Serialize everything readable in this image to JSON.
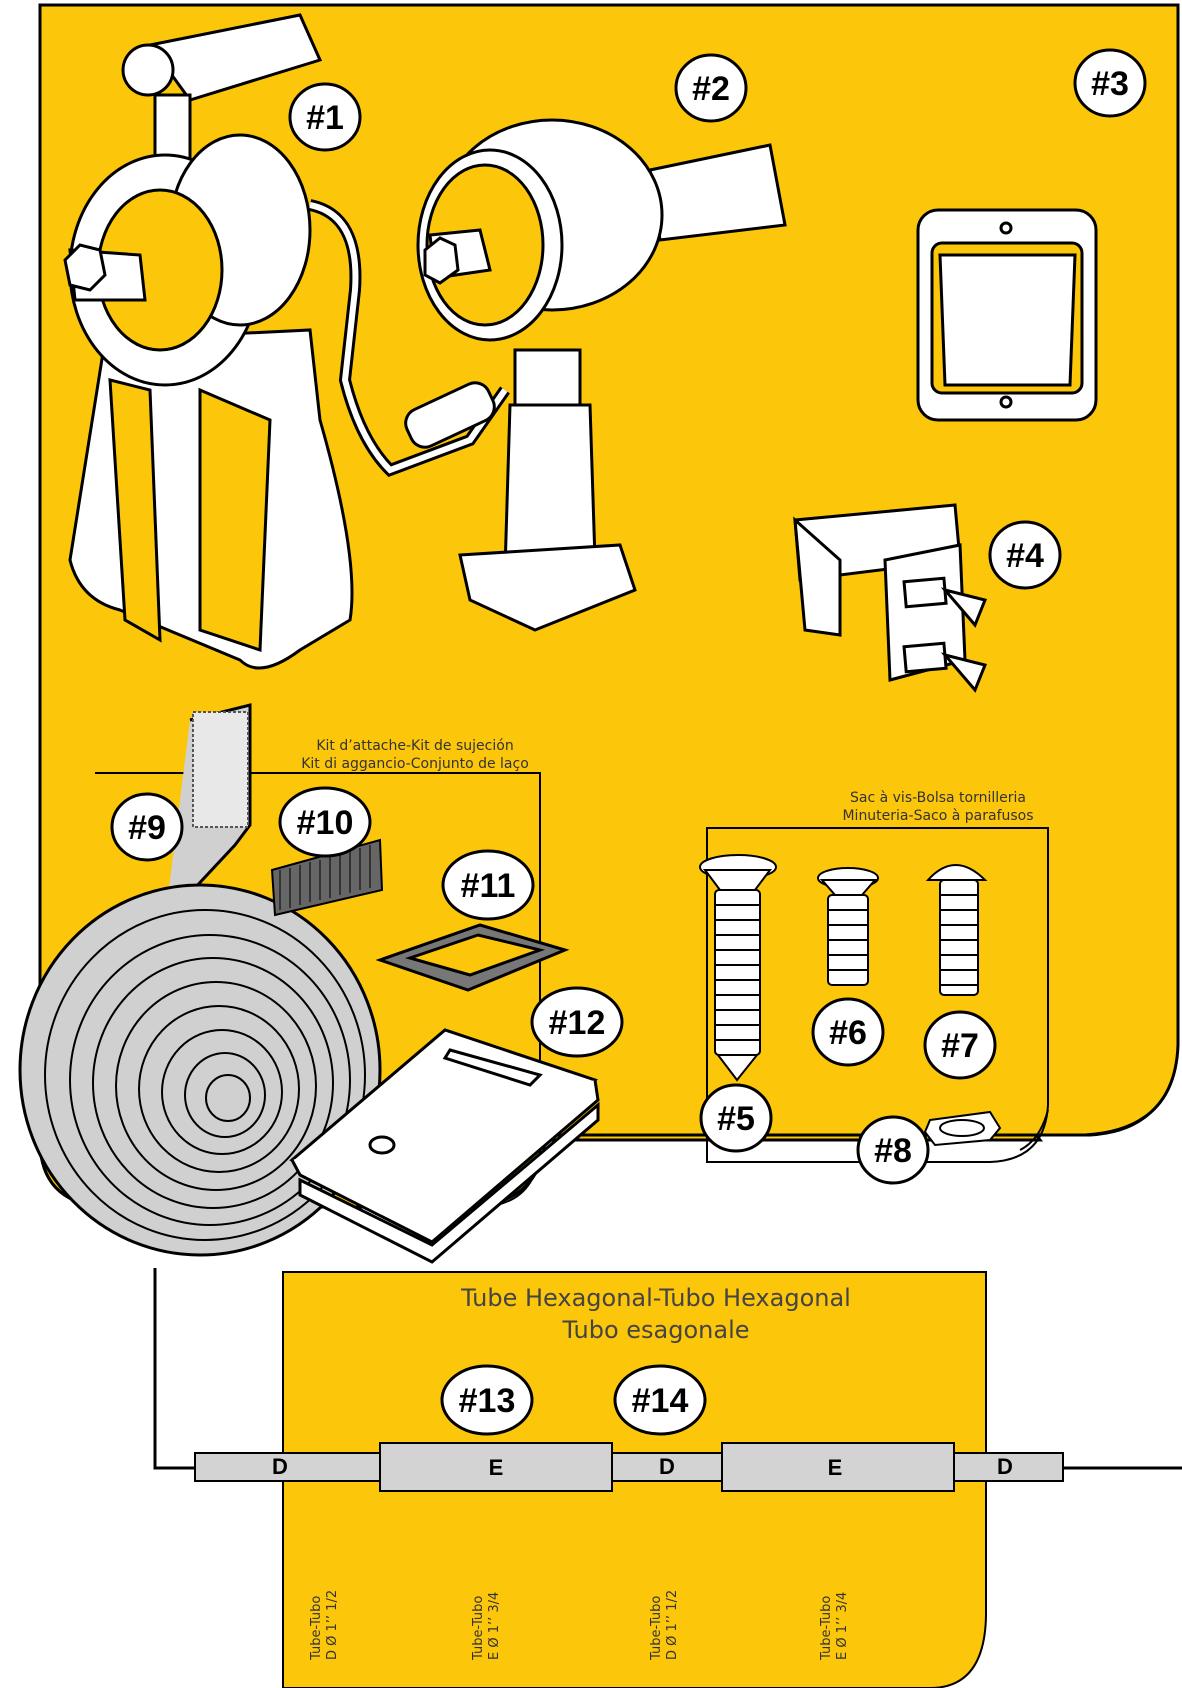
{
  "colors": {
    "panel": "#fcc60a",
    "outline": "#000000",
    "part": "#ffffff",
    "tape": "#d0d0d0",
    "tube": "#d3d3d3"
  },
  "callouts": {
    "p1": "#1",
    "p2": "#2",
    "p3": "#3",
    "p4": "#4",
    "p5": "#5",
    "p6": "#6",
    "p7": "#7",
    "p8": "#8",
    "p9": "#9",
    "p10": "#10",
    "p11": "#11",
    "p12": "#12",
    "p13": "#13",
    "p14": "#14"
  },
  "kit_caption": {
    "line1": "Kit d’attache-Kit de sujeción",
    "line2": "Kit di aggancio-Conjunto de laço"
  },
  "screw_caption": {
    "line1": "Sac à vis-Bolsa tornilleria",
    "line2": "Minuteria-Saco à parafusos"
  },
  "tube_title": {
    "line1": "Tube Hexagonal-Tubo Hexagonal",
    "line2": "Tubo esagonale"
  },
  "tube_segments": {
    "s1": "D",
    "s2": "E",
    "s3": "D",
    "s4": "E",
    "s5": "D"
  },
  "tube_notes": {
    "d1a": "Tube-Tubo",
    "d1b": "D Ø 1’’ 1/2",
    "e1a": "Tube-Tubo",
    "e1b": "E Ø 1’’ 3/4",
    "d2a": "Tube-Tubo",
    "d2b": "D Ø 1’’ 1/2",
    "e2a": "Tube-Tubo",
    "e2b": "E Ø 1’’ 3/4"
  }
}
